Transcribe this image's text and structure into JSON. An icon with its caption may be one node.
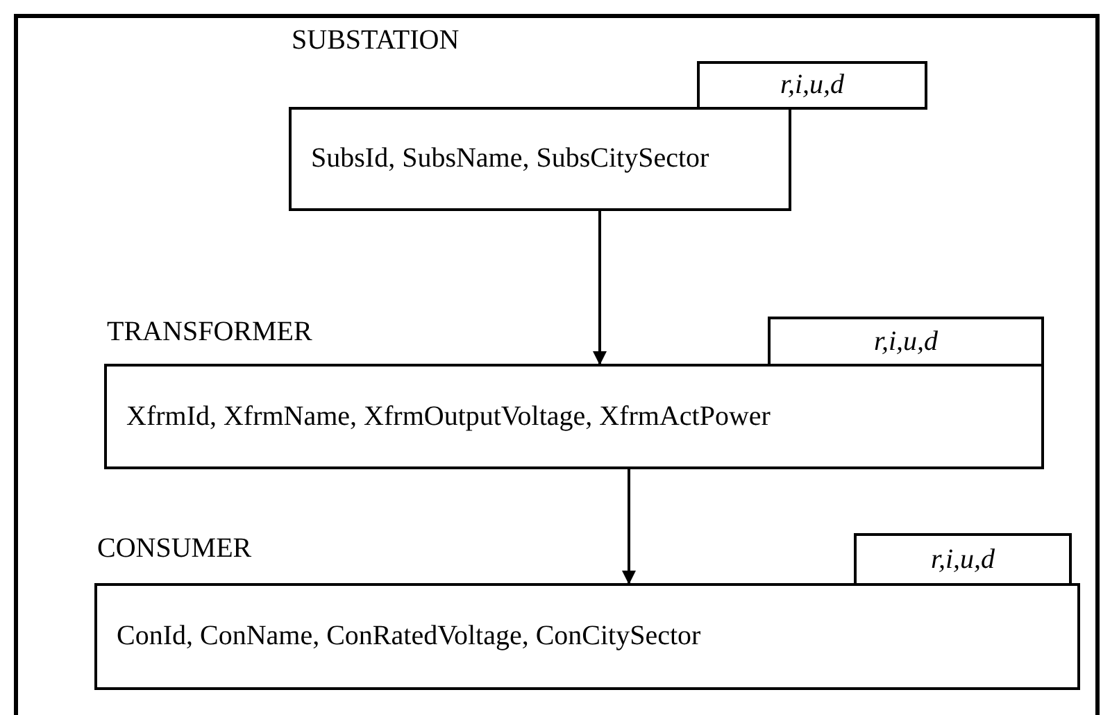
{
  "diagram": {
    "nodes": [
      {
        "text": [
          "SUBSTATION",
          "SubsId, SubsName, SubsCitySector"
        ]
      },
      {
        "text": [
          "r,i,u,d"
        ]
      },
      {
        "text": [
          "TRANSFORMER",
          "XfrmId, XfrmName, XfrmOutputVoltage, XfrmActPower"
        ]
      },
      {
        "text": [
          "r,i,u,d"
        ]
      },
      {
        "text": [
          "CONSUMER",
          "ConId, ConName, ConRatedVoltage, ConCitySector"
        ]
      },
      {
        "text": [
          "r,i,u,d"
        ]
      }
    ],
    "edges": [
      {
        "from": 0,
        "to": 2,
        "arrow": "to"
      },
      {
        "from": 2,
        "to": 4,
        "arrow": "to"
      }
    ]
  }
}
